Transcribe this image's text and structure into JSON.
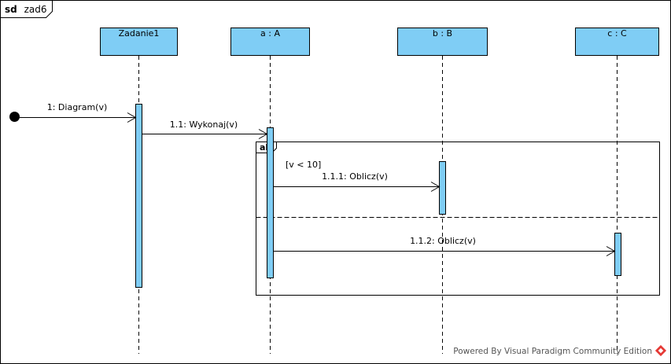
{
  "frame": {
    "keyword": "sd",
    "name": "zad6"
  },
  "colors": {
    "lifeline_fill": "#7FCDF5",
    "activation_fill": "#7FCDF5",
    "stroke": "#000000",
    "logo": "#E53935"
  },
  "lifelines": [
    {
      "id": "zadanie1",
      "label": "Zadanie1"
    },
    {
      "id": "a",
      "label": "a : A"
    },
    {
      "id": "b",
      "label": "b : B"
    },
    {
      "id": "c",
      "label": "c : C"
    }
  ],
  "messages": [
    {
      "id": "m1",
      "label": "1: Diagram(v)"
    },
    {
      "id": "m11",
      "label": "1.1: Wykonaj(v)"
    },
    {
      "id": "m111",
      "label": "1.1.1: Oblicz(v)"
    },
    {
      "id": "m112",
      "label": "1.1.2: Oblicz(v)"
    }
  ],
  "fragment": {
    "operator": "alt",
    "guard": "[v < 10]"
  },
  "watermark": {
    "text": "Powered By Visual Paradigm Community Edition",
    "icon": "visual-paradigm-logo-icon"
  }
}
